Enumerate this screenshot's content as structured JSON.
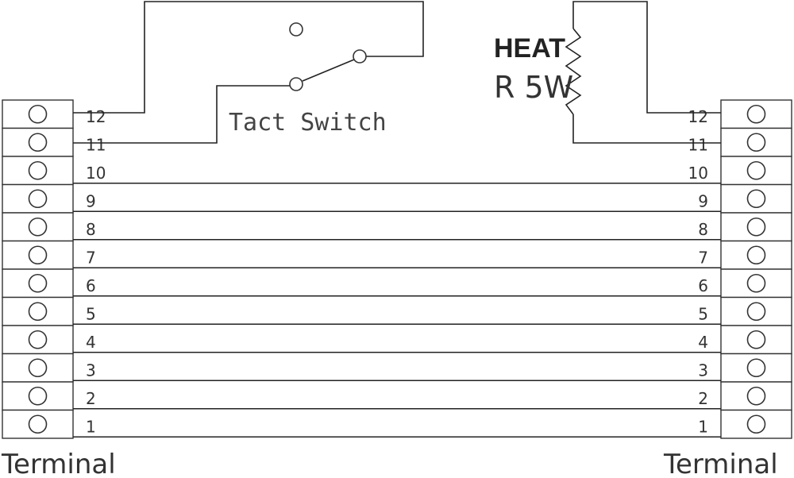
{
  "pins": [
    "1",
    "2",
    "3",
    "4",
    "5",
    "6",
    "7",
    "8",
    "9",
    "10",
    "11",
    "12"
  ],
  "left_terminal_label": "Terminal",
  "right_terminal_label": "Terminal",
  "switch_label": "Tact Switch",
  "heater_label": "HEAT",
  "resistor_label": "R 5W"
}
